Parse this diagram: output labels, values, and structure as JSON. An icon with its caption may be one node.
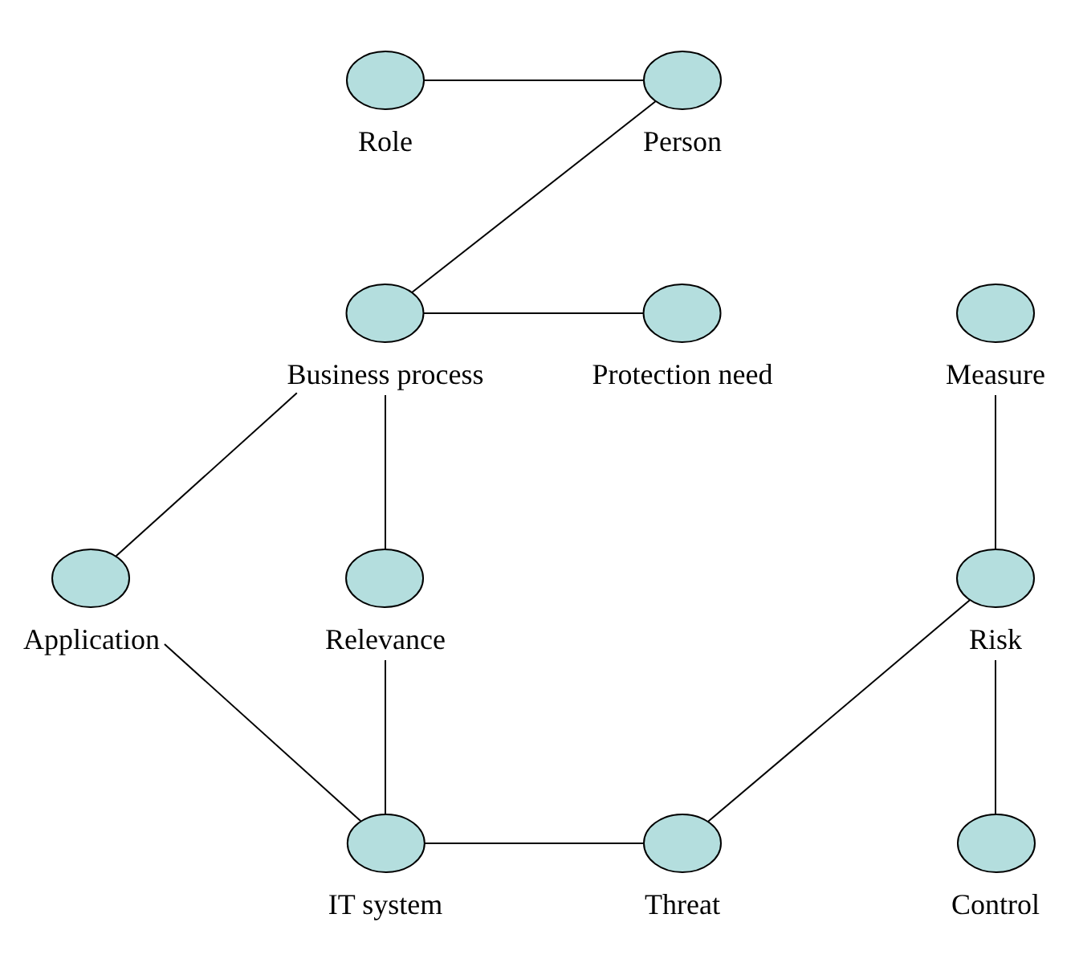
{
  "diagram": {
    "nodes": [
      {
        "text": [
          "Role"
        ]
      },
      {
        "text": [
          "Person"
        ]
      },
      {
        "text": [
          "Business process"
        ]
      },
      {
        "text": [
          "Protection need"
        ]
      },
      {
        "text": [
          "Measure"
        ]
      },
      {
        "text": [
          "Application"
        ]
      },
      {
        "text": [
          "Relevance"
        ]
      },
      {
        "text": [
          "Risk"
        ]
      },
      {
        "text": [
          "IT system"
        ]
      },
      {
        "text": [
          "Threat"
        ]
      },
      {
        "text": [
          "Control"
        ]
      }
    ],
    "edges": [
      {
        "from": 0,
        "to": 1,
        "arrow": "none"
      },
      {
        "from": 1,
        "to": 2,
        "arrow": "none"
      },
      {
        "from": 2,
        "to": 3,
        "arrow": "none"
      },
      {
        "from": 2,
        "to": 5,
        "arrow": "none"
      },
      {
        "from": 2,
        "to": 6,
        "arrow": "none"
      },
      {
        "from": 4,
        "to": 7,
        "arrow": "none"
      },
      {
        "from": 5,
        "to": 8,
        "arrow": "none"
      },
      {
        "from": 6,
        "to": 8,
        "arrow": "none"
      },
      {
        "from": 8,
        "to": 9,
        "arrow": "none"
      },
      {
        "from": 9,
        "to": 7,
        "arrow": "none"
      },
      {
        "from": 7,
        "to": 10,
        "arrow": "none"
      }
    ]
  }
}
